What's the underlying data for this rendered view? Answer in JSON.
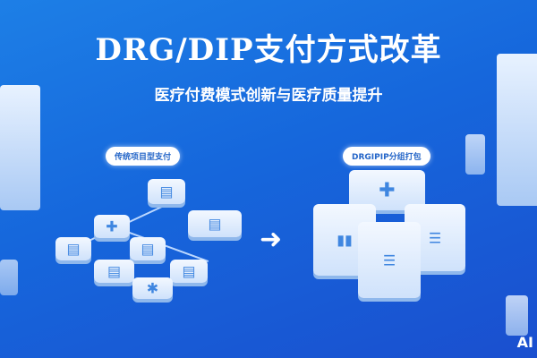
{
  "title": "DRG/DIP支付方式改革",
  "subtitle": "医疗付费模式创新与医疗质量提升",
  "left_label": "传统项目型支付",
  "right_label": "DRGIPIP分组打包",
  "watermark": "AI"
}
